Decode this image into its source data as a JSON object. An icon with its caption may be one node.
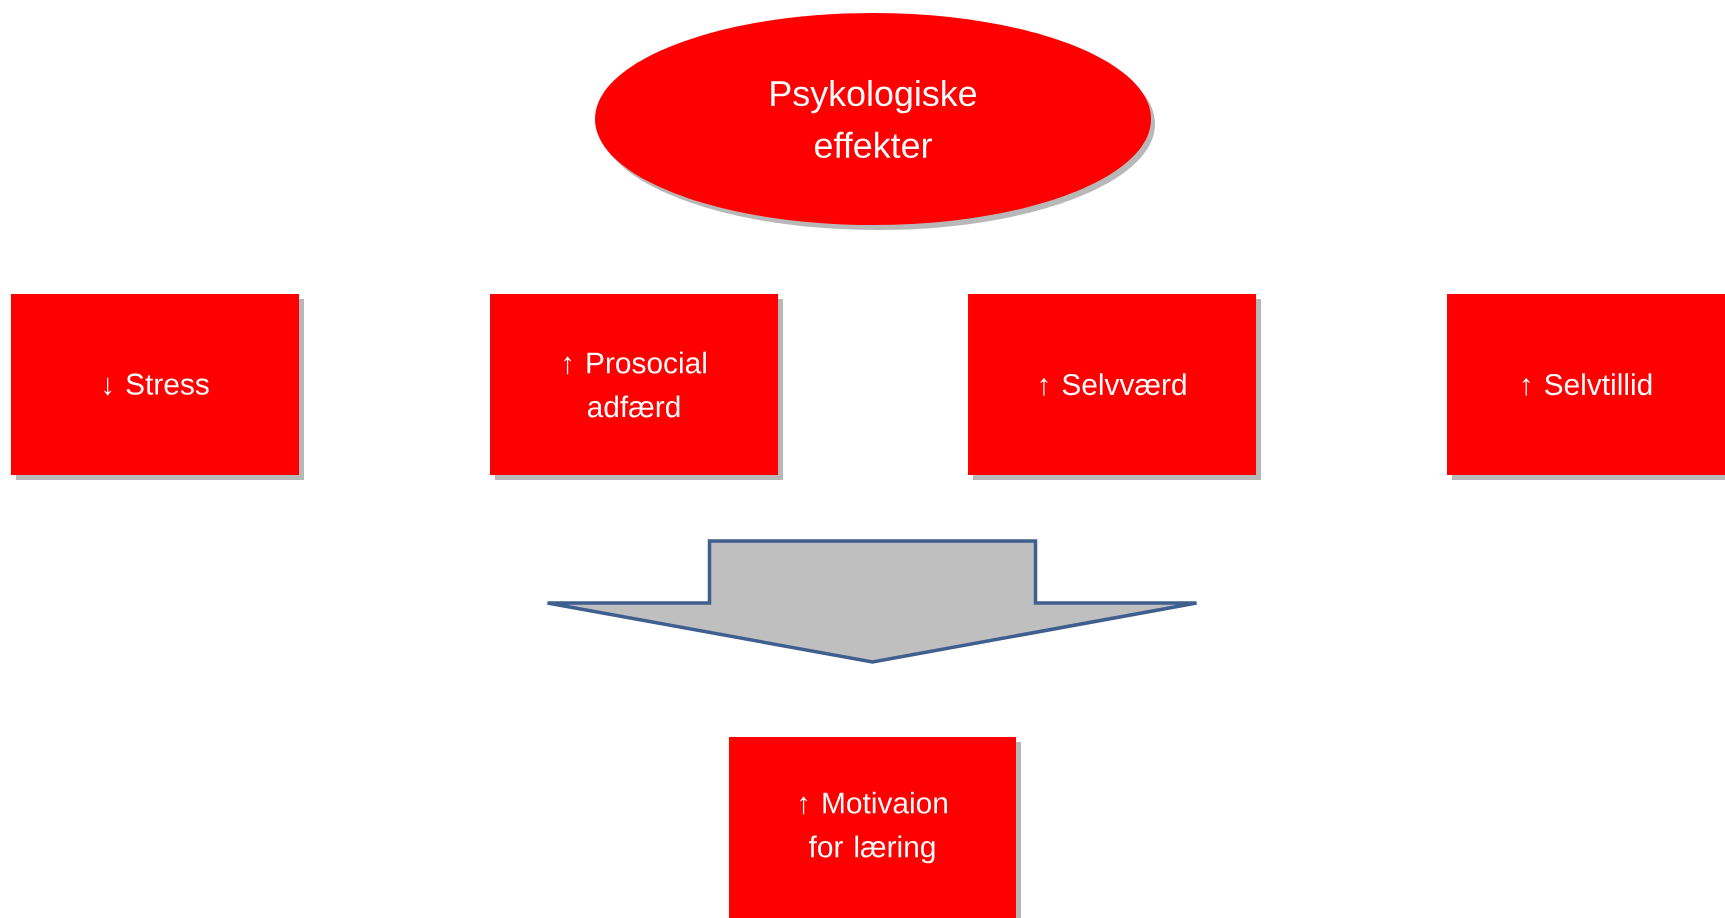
{
  "diagram": {
    "nodes": [
      {
        "text": [
          "Psykologiske effekter"
        ]
      },
      {
        "text": [
          "↓ Stress"
        ]
      },
      {
        "text": [
          "↑ Prosocial adfærd"
        ]
      },
      {
        "text": [
          "↑ Selvværd"
        ]
      },
      {
        "text": [
          "↑ Selvtillid"
        ]
      },
      {
        "text": [
          "↑ Motivaion for læring"
        ]
      }
    ],
    "edges": [
      {
        "from": 1,
        "to": 5,
        "arrow": "to"
      },
      {
        "from": 2,
        "to": 5,
        "arrow": "to"
      },
      {
        "from": 3,
        "to": 5,
        "arrow": "to"
      },
      {
        "from": 4,
        "to": 5,
        "arrow": "to"
      }
    ]
  }
}
